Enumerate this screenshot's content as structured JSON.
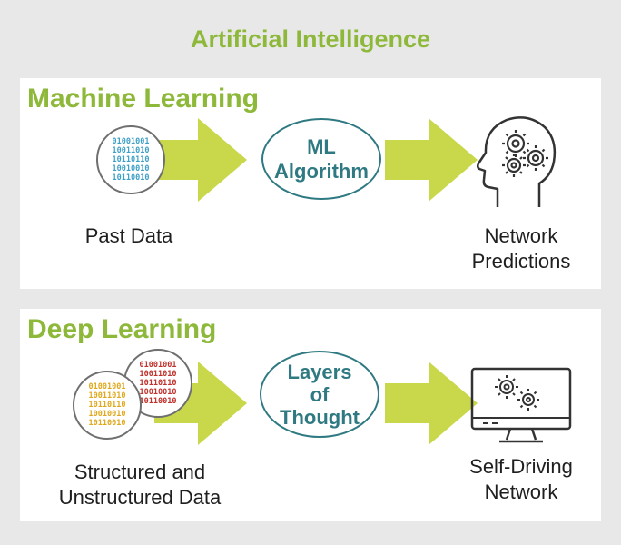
{
  "title": "Artificial Intelligence",
  "machine_learning": {
    "heading": "Machine Learning",
    "binary_lines": "01001001\n10011010\n10110110\n10010010\n10110010",
    "input_label": "Past Data",
    "process_label": "ML\nAlgorithm",
    "output_label": "Network\nPredictions"
  },
  "deep_learning": {
    "heading": "Deep Learning",
    "binary_front": "01001001\n10011010\n10110110\n10010010\n10110010",
    "binary_back": "01001001\n10011010\n10110110\n10010010\n10110010",
    "input_label": "Structured and\nUnstructured Data",
    "process_label": "Layers\nof\nThought",
    "output_label": "Self-Driving\nNetwork"
  },
  "colors": {
    "accent_green": "#8db83a",
    "arrow_green": "#c8d84a",
    "teal": "#2f7a82",
    "binary_blue": "#3ea0c8",
    "binary_yellow": "#e0a81c",
    "binary_red": "#c0322c"
  }
}
